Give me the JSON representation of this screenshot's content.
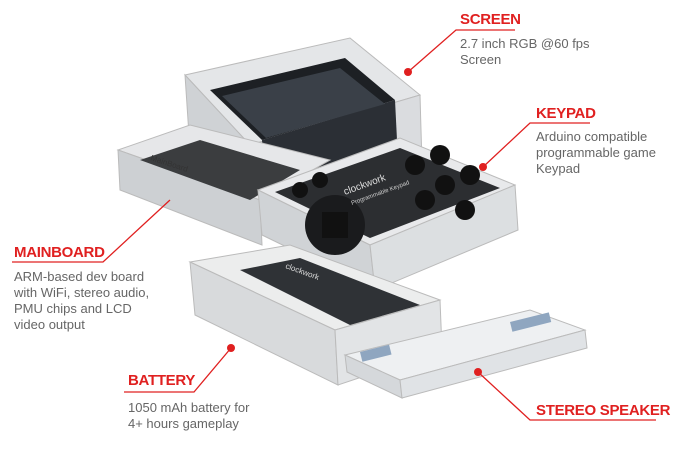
{
  "accent_color": "#e02020",
  "callouts": {
    "screen": {
      "title": "SCREEN",
      "desc": "2.7 inch RGB @60 fps\nScreen"
    },
    "keypad": {
      "title": "KEYPAD",
      "desc": "Arduino compatible\nprogrammable game\nKeypad"
    },
    "mainboard": {
      "title": "MAINBOARD",
      "desc": "ARM-based dev board\nwith WiFi, stereo audio,\nPMU chips and LCD\nvideo output"
    },
    "battery": {
      "title": "BATTERY",
      "desc": "1050 mAh battery for\n4+ hours gameplay"
    },
    "speaker": {
      "title": "STEREO SPEAKER",
      "desc": ""
    }
  },
  "product": {
    "keypad_brand": "clockwork",
    "keypad_sub": "Programmable Keypad",
    "mainboard_label": "MainBoard",
    "battery_label": "clockwork"
  }
}
